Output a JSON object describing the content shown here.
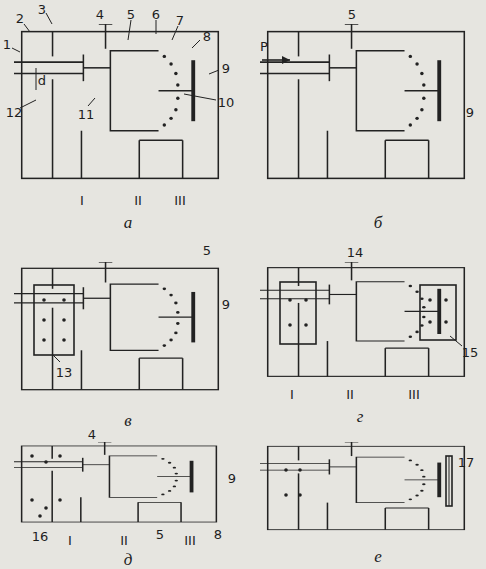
{
  "diagram": {
    "labels": [
      "1",
      "2",
      "3",
      "4",
      "5",
      "6",
      "7",
      "8",
      "9",
      "10",
      "11",
      "12",
      "d",
      "I",
      "II",
      "III",
      "а",
      "P",
      "5",
      "9",
      "б",
      "5",
      "9",
      "13",
      "в",
      "14",
      "15",
      "I",
      "II",
      "III",
      "г",
      "4",
      "9",
      "8",
      "5",
      "16",
      "I",
      "II",
      "III",
      "д",
      "17",
      "е"
    ]
  }
}
